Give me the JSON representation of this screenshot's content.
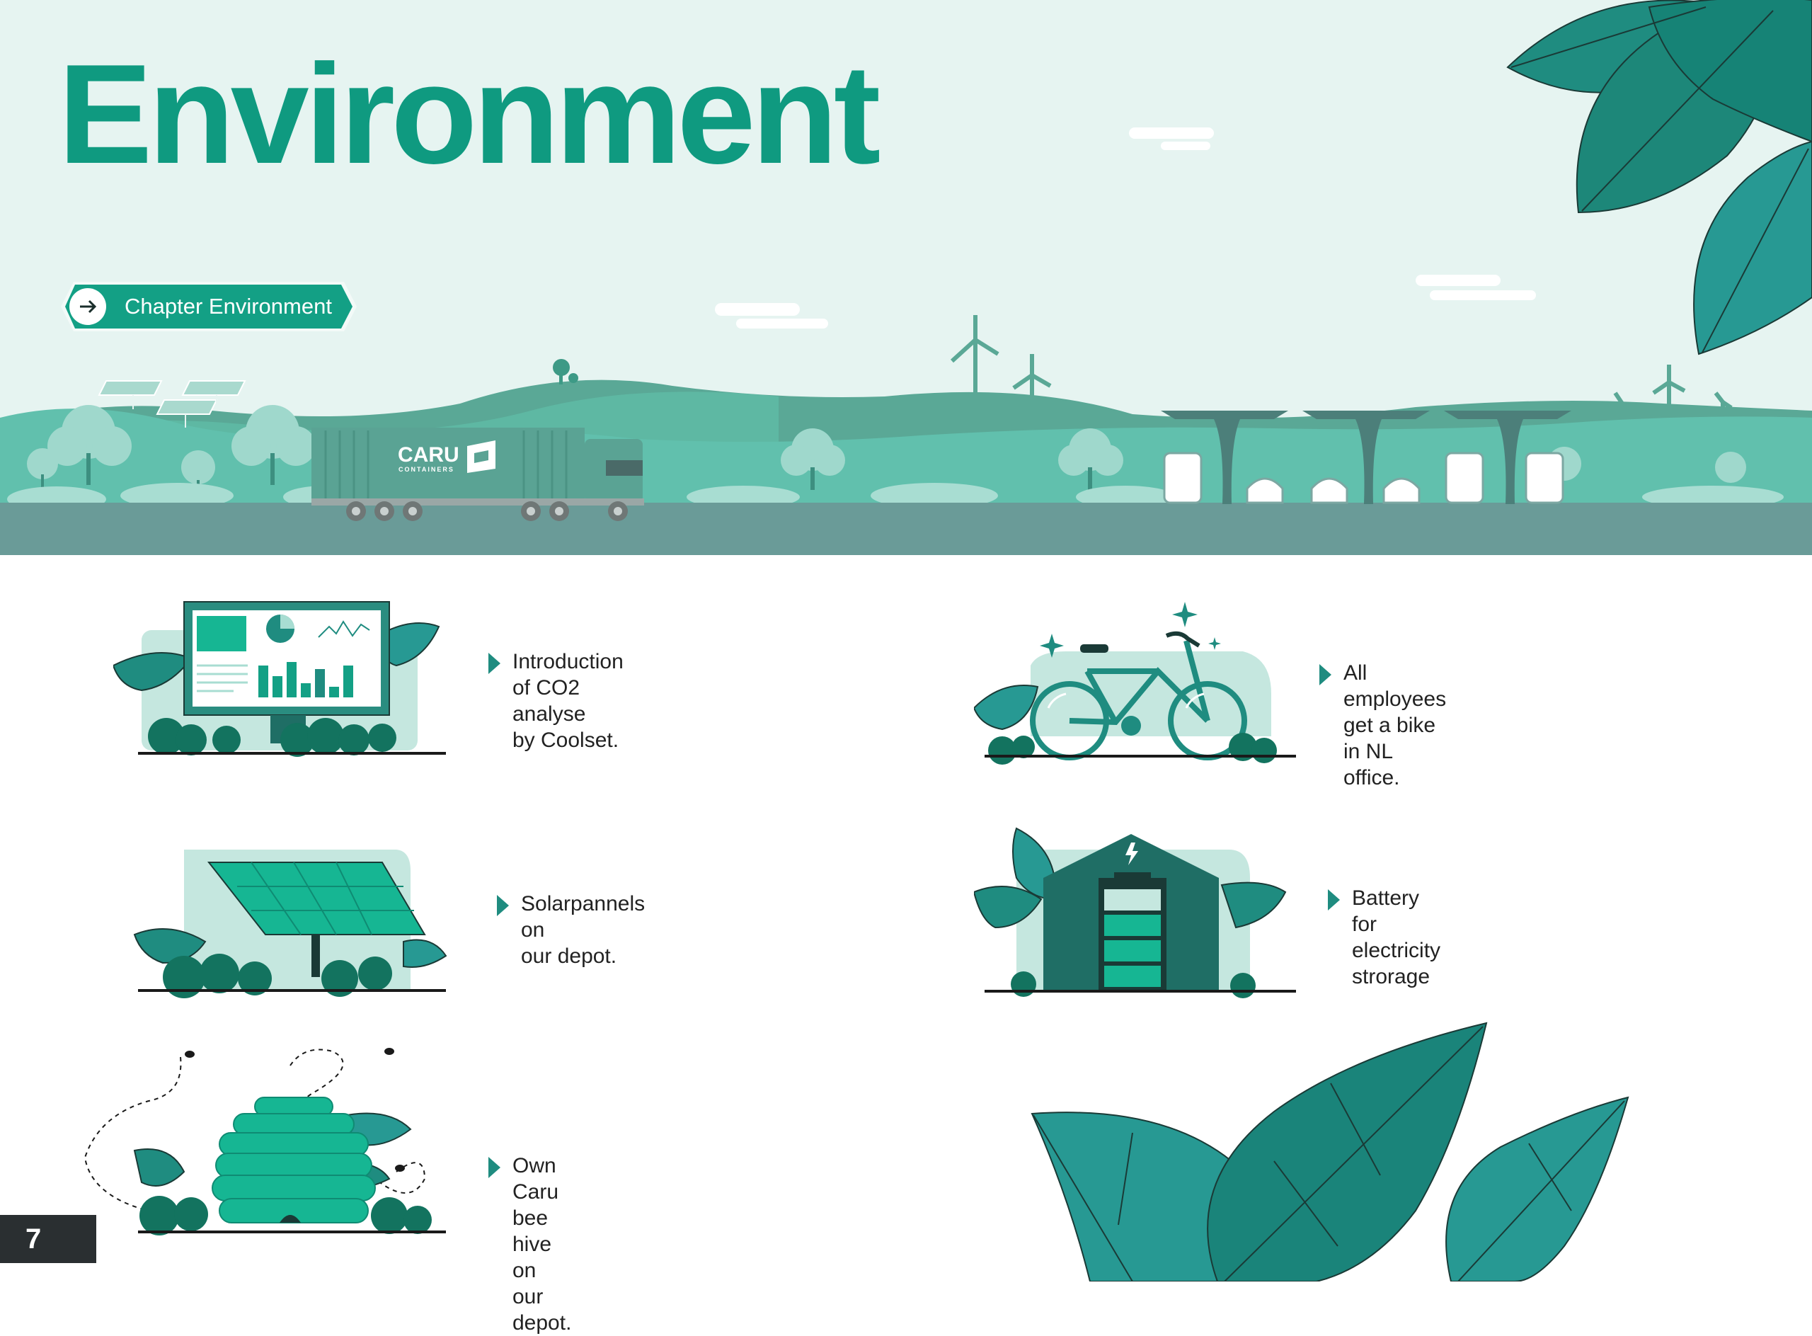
{
  "page": {
    "title": "Environment",
    "page_number": "7"
  },
  "chapter_button": {
    "label": "Chapter Environment",
    "icon": "arrow-right-icon"
  },
  "hero": {
    "truck_brand": "CARU",
    "truck_sub": "CONTAINERS"
  },
  "items": [
    {
      "text": "Introduction of CO2 analyse\nby Coolset.",
      "icon": "dashboard-monitor-icon"
    },
    {
      "text": "All employees get a bike\nin NL office.",
      "icon": "bicycle-icon"
    },
    {
      "text": "Solarpannels on\nour depot.",
      "icon": "solar-panel-icon"
    },
    {
      "text": "Battery for electricity strorage",
      "icon": "battery-house-icon"
    },
    {
      "text": "Own Caru bee hive\non our depot.",
      "icon": "beehive-icon"
    }
  ],
  "colors": {
    "brand_green": "#0f9a80",
    "teal_dark": "#1f8c80",
    "sky": "#e6f4f1",
    "hill_light": "#5ebdaa",
    "road": "#6a9b98"
  }
}
